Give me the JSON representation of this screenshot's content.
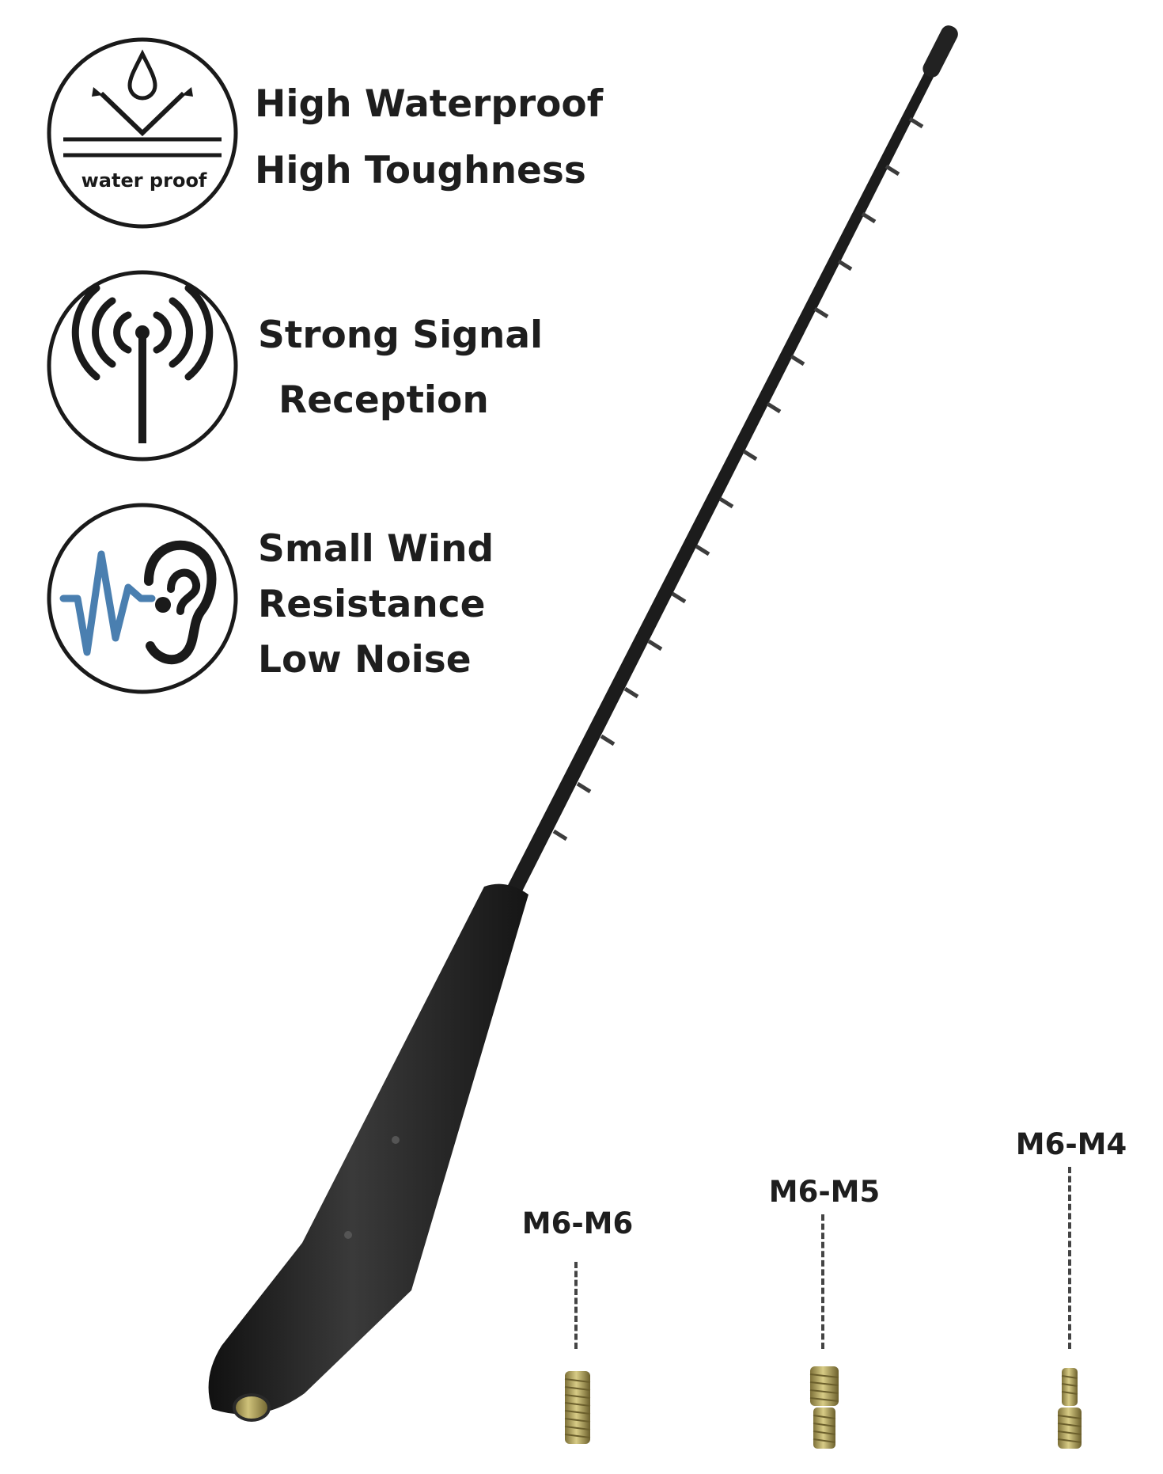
{
  "features": [
    {
      "icon": "waterproof-icon",
      "icon_text": "water proof",
      "lines": [
        "High Waterproof",
        "High Toughness"
      ]
    },
    {
      "icon": "signal-antenna-icon",
      "lines": [
        "Strong Signal",
        "Reception"
      ]
    },
    {
      "icon": "ear-sound-wave-icon",
      "lines": [
        "Small Wind",
        "Resistance",
        "Low Noise"
      ]
    }
  ],
  "adapters": [
    {
      "label": "M6-M6"
    },
    {
      "label": "M6-M5"
    },
    {
      "label": "M6-M4"
    }
  ],
  "colors": {
    "text": "#1e1e1e",
    "wave_blue": "#4a7fb0",
    "antenna": "#1f1f1f",
    "brass": "#b3a25a"
  }
}
